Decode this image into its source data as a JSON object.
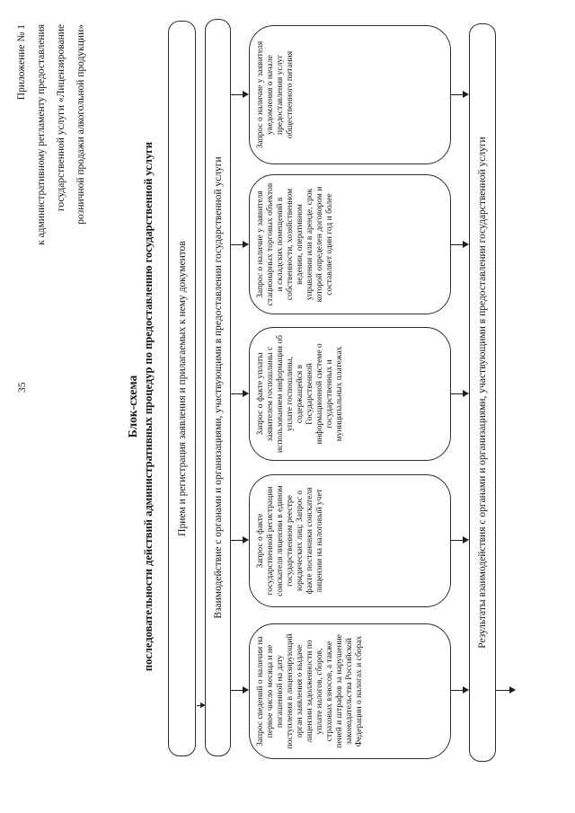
{
  "page": {
    "number": "35",
    "appendix_lines": [
      "Приложение № 1",
      "к административному регламенту предоставления",
      "государственной услуги «Лицензирование",
      "розничной продажи алкогольной продукции»"
    ],
    "title_line1": "Блок-схема",
    "title_line2": "последовательности действий административных процедур по предоставлению государственной услуги"
  },
  "flowchart": {
    "bar_top": "Прием и регистрация заявления и прилагаемых к нему документов",
    "bar_middle": "Взаимодействие с органами и организациями, участвующими в предоставлении государственной услуги",
    "bar_bottom": "Результаты взаимодействия с органами и организациями, участвующими в предоставлении государственной услуги",
    "boxes": [
      {
        "text": "Запрос сведений о наличии на первое число месяца и не погашенной на дату поступления в лицензирующий орган заявления о выдаче лицензии задолженности по уплате налогов, сборов, страховых взносов, а также пеней и штрафов за нарушение законодательства Российской Федерации о налогах и сборах"
      },
      {
        "text": "Запрос о факте государственной регистрации соискателя лицензии в едином государственном реестре юридических лиц; Запрос о факте постановки соискателя лицензии на налоговый учет"
      },
      {
        "text": "Запрос о факте уплаты заявителем госпошлины с использованием информации об уплате госпошлины, содержащейся в Государственной информационной системе о государственных и муниципальных платежах"
      },
      {
        "text": "Запрос о наличие у заявителя стационарных торговых объектов и складских помещений в собственности, хозяйственном ведении, оперативном управлении или в аренде, срок которой определен договором и составляет один год и более"
      },
      {
        "text": "Запрос о наличие у заявителя уведомления о начале предоставления услуг общественного питания"
      }
    ]
  }
}
